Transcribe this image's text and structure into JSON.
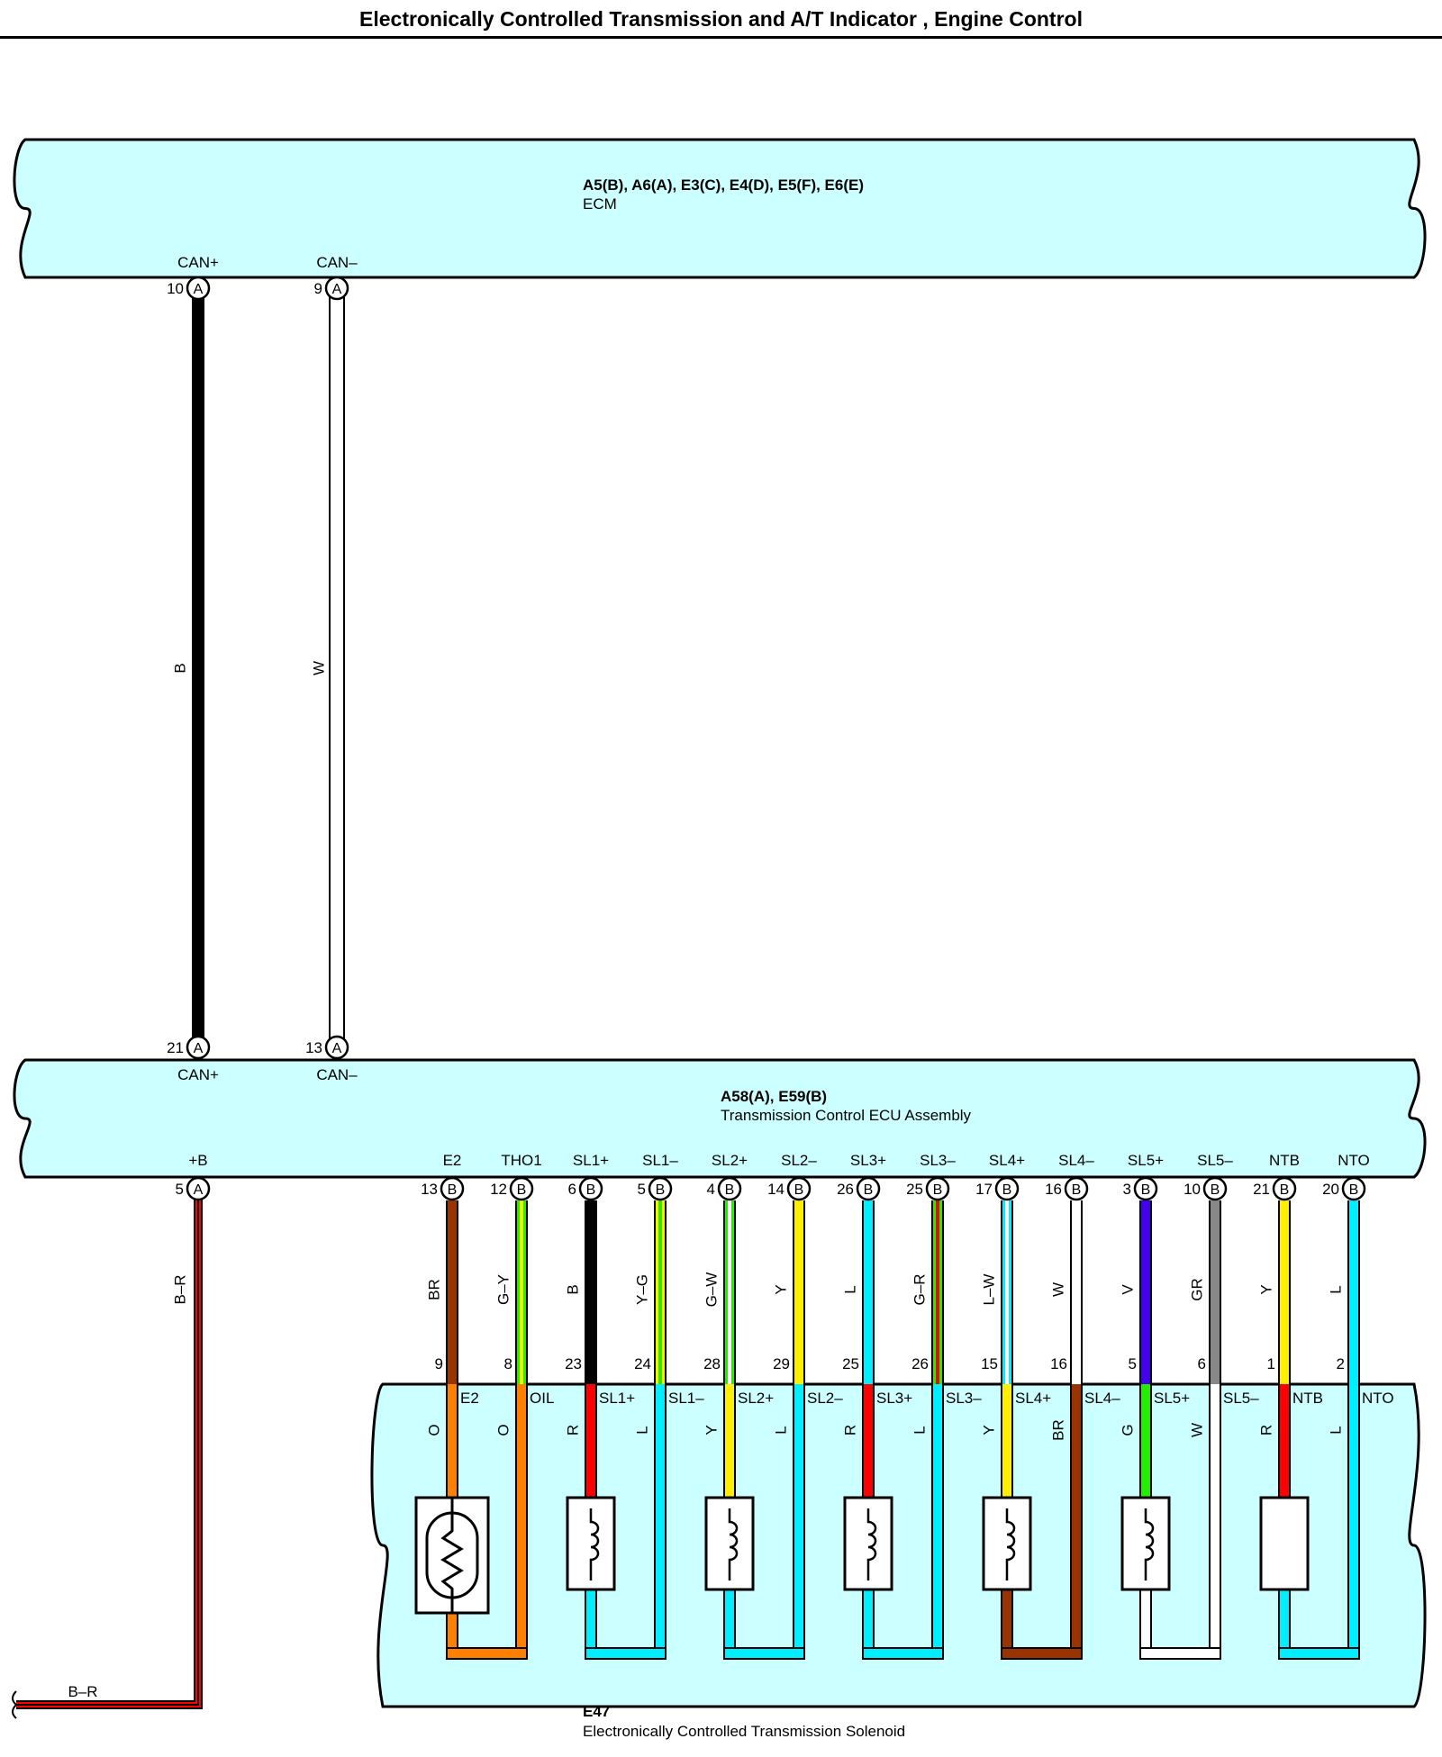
{
  "title": "Electronically Controlled Transmission and A/T Indicator , Engine Control",
  "colors": {
    "box_fill": "#ccffff",
    "B": "#000000",
    "W": "#ffffff",
    "BR": "#993300",
    "O": "#ff8000",
    "G": "#22ee00",
    "Y": "#ffee00",
    "R": "#ff0000",
    "L": "#00eeff",
    "V": "#4400ee",
    "GR": "#888888"
  },
  "ecm": {
    "connectors": "A5(B), A6(A), E3(C), E4(D), E5(F), E6(E)",
    "name": "ECM",
    "pins": [
      {
        "label": "CAN+",
        "num": "10",
        "conn": "A"
      },
      {
        "label": "CAN–",
        "num": "9",
        "conn": "A"
      }
    ]
  },
  "can_wires": [
    {
      "color_code": "B"
    },
    {
      "color_code": "W"
    }
  ],
  "tcu": {
    "connectors": "A58(A), E59(B)",
    "name": "Transmission Control ECU Assembly",
    "top_pins": [
      {
        "label": "CAN+",
        "num": "21",
        "conn": "A"
      },
      {
        "label": "CAN–",
        "num": "13",
        "conn": "A"
      }
    ],
    "bottom_pins": [
      {
        "label": "+B",
        "num": "5",
        "conn": "A"
      },
      {
        "label": "E2",
        "num": "13",
        "conn": "B"
      },
      {
        "label": "THO1",
        "num": "12",
        "conn": "B"
      },
      {
        "label": "SL1+",
        "num": "6",
        "conn": "B"
      },
      {
        "label": "SL1–",
        "num": "5",
        "conn": "B"
      },
      {
        "label": "SL2+",
        "num": "4",
        "conn": "B"
      },
      {
        "label": "SL2–",
        "num": "14",
        "conn": "B"
      },
      {
        "label": "SL3+",
        "num": "26",
        "conn": "B"
      },
      {
        "label": "SL3–",
        "num": "25",
        "conn": "B"
      },
      {
        "label": "SL4+",
        "num": "17",
        "conn": "B"
      },
      {
        "label": "SL4–",
        "num": "16",
        "conn": "B"
      },
      {
        "label": "SL5+",
        "num": "3",
        "conn": "B"
      },
      {
        "label": "SL5–",
        "num": "10",
        "conn": "B"
      },
      {
        "label": "NTB",
        "num": "21",
        "conn": "B"
      },
      {
        "label": "NTO",
        "num": "20",
        "conn": "B"
      }
    ]
  },
  "power_wire": {
    "color_code": "B–R",
    "end_label": "B–R"
  },
  "harness": [
    {
      "code": "BR",
      "sol_num": "9"
    },
    {
      "code": "G–Y",
      "sol_num": "8"
    },
    {
      "code": "B",
      "sol_num": "23"
    },
    {
      "code": "Y–G",
      "sol_num": "24"
    },
    {
      "code": "G–W",
      "sol_num": "28"
    },
    {
      "code": "Y",
      "sol_num": "29"
    },
    {
      "code": "L",
      "sol_num": "25"
    },
    {
      "code": "G–R",
      "sol_num": "26"
    },
    {
      "code": "L–W",
      "sol_num": "15"
    },
    {
      "code": "W",
      "sol_num": "16"
    },
    {
      "code": "V",
      "sol_num": "5"
    },
    {
      "code": "GR",
      "sol_num": "6"
    },
    {
      "code": "Y",
      "sol_num": "1"
    },
    {
      "code": "L",
      "sol_num": "2"
    }
  ],
  "solenoid": {
    "connector": "E47",
    "name": "Electronically Controlled Transmission Solenoid",
    "pin_labels": [
      "E2",
      "OIL",
      "SL1+",
      "SL1–",
      "SL2+",
      "SL2–",
      "SL3+",
      "SL3–",
      "SL4+",
      "SL4–",
      "SL5+",
      "SL5–",
      "NTB",
      "NTO"
    ],
    "inner_wires": [
      "O",
      "O",
      "R",
      "L",
      "Y",
      "L",
      "R",
      "L",
      "Y",
      "BR",
      "G",
      "W",
      "R",
      "L"
    ]
  }
}
